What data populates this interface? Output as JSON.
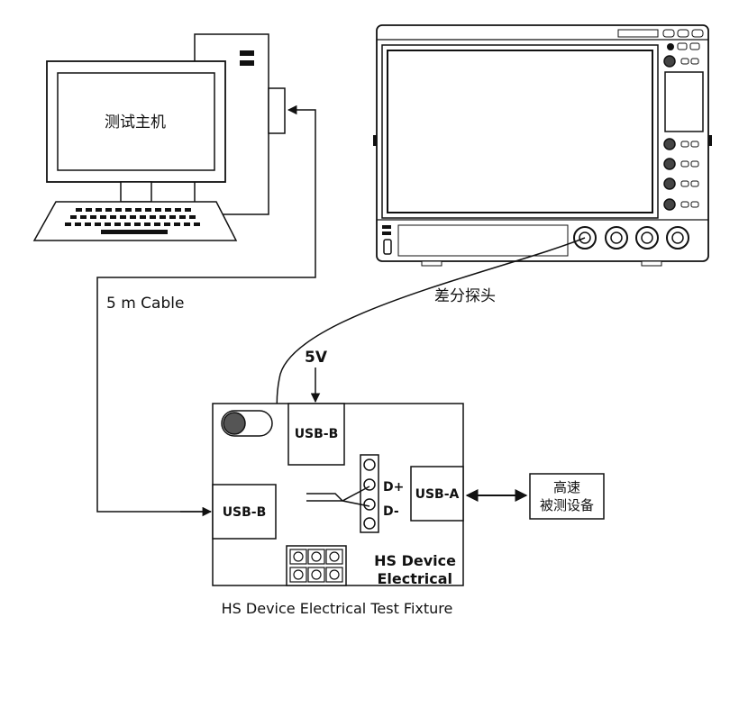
{
  "labels": {
    "host_computer": "测试主机",
    "cable": "5 m Cable",
    "diff_probe": "差分探头",
    "power": "5V",
    "usb_b_top": "USB-B",
    "usb_b_left": "USB-B",
    "usb_a": "USB-A",
    "d_plus": "D+",
    "d_minus": "D-",
    "fixture_name_line1": "HS Device",
    "fixture_name_line2": "Electrical",
    "fixture_caption": "HS Device Electrical Test Fixture",
    "dut_line1": "高速",
    "dut_line2": "被测设备"
  },
  "colors": {
    "stroke": "#111111",
    "screen_fill": "#ffffff",
    "knob_fill": "#444444",
    "toggle_knob": "#555555"
  }
}
